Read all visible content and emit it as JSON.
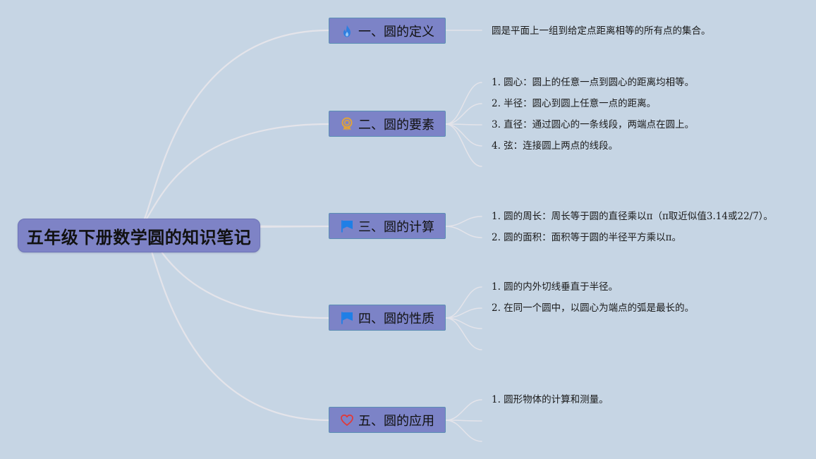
{
  "root": {
    "title": "五年级下册数学圆的知识笔记"
  },
  "branches": [
    {
      "label": "一、圆的定义",
      "icon": "flame-icon",
      "items": [
        "圆是平面上一组到给定点距离相等的所有点的集合。"
      ]
    },
    {
      "label": "二、圆的要素",
      "icon": "award-ribbon-icon",
      "items": [
        "1. 圆心：圆上的任意一点到圆心的距离均相等。",
        "2. 半径：圆心到圆上任意一点的距离。",
        "3. 直径：通过圆心的一条线段，两端点在圆上。",
        "4. 弦：连接圆上两点的线段。"
      ]
    },
    {
      "label": "三、圆的计算",
      "icon": "flag-icon",
      "items": [
        "1. 圆的周长：周长等于圆的直径乘以π（π取近似值3.14或22/7）。",
        "2. 圆的面积：面积等于圆的半径平方乘以π。"
      ]
    },
    {
      "label": "四、圆的性质",
      "icon": "flag-icon",
      "items": [
        "1. 圆的内外切线垂直于半径。",
        "2. 在同一个圆中，以圆心为端点的弧是最长的。"
      ]
    },
    {
      "label": "五、圆的应用",
      "icon": "heart-icon",
      "items": [
        "1. 圆形物体的计算和测量。"
      ]
    }
  ],
  "colors": {
    "background": "#c6d5e4",
    "node_fill": "#7c83c7",
    "node_border": "#5c8fb5",
    "connector": "#e4e4ea",
    "flame": "#2f7fe0",
    "flag": "#1f7fe6",
    "award": "#e0a23a",
    "heart": "#e03a3a"
  }
}
